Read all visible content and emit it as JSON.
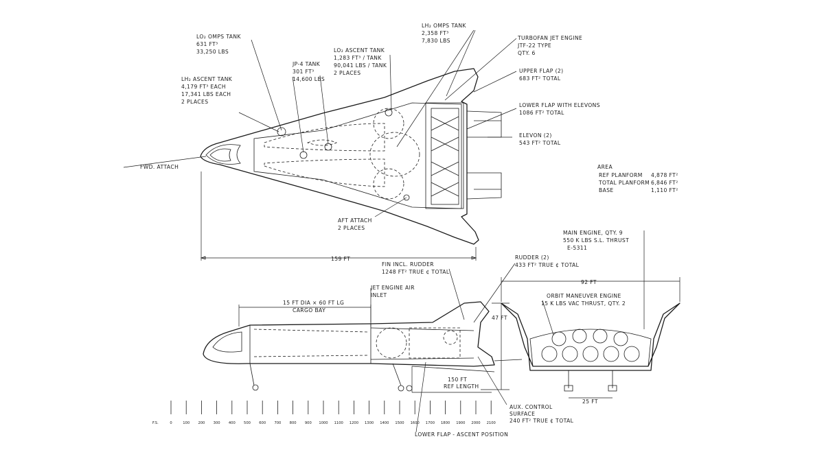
{
  "labels": {
    "lo2_omps_tank": [
      "LO₂ OMPS TANK",
      "631 FT³",
      "33,250 LBS"
    ],
    "lh2_omps_tank": [
      "LH₂ OMPS TANK",
      "2,358 FT³",
      "7,830 LBS"
    ],
    "turbofan": [
      "TURBOFAN JET ENGINE",
      "JTF-22 TYPE",
      "QTY. 6"
    ],
    "lo2_ascent_tank": [
      "LO₂ ASCENT TANK",
      "1,283 FT³ / TANK",
      "90,041 LBS / TANK",
      "2 PLACES"
    ],
    "jp4_tank": [
      "JP-4 TANK",
      "301 FT³",
      "14,600 LBS"
    ],
    "lh2_ascent_tank": [
      "LH₂ ASCENT TANK",
      "4,179 FT³ EACH",
      "17,341 LBS EACH",
      "2 PLACES"
    ],
    "upper_flap": [
      "UPPER FLAP (2)",
      "683 FT² TOTAL"
    ],
    "lower_flap": [
      "LOWER FLAP WITH ELEVONS",
      "1086 FT² TOTAL"
    ],
    "elevon": [
      "ELEVON (2)",
      "543 FT² TOTAL"
    ],
    "fwd_attach": "FWD. ATTACH",
    "aft_attach": [
      "AFT ATTACH",
      "2 PLACES"
    ],
    "length_dim": "159 FT",
    "fin": [
      "FIN INCL. RUDDER",
      "1248 FT² TRUE ¢ TOTAL"
    ],
    "rudder": [
      "RUDDER (2)",
      "433 FT² TRUE ¢ TOTAL"
    ],
    "jet_inlet": [
      "JET ENGINE AIR",
      "INLET"
    ],
    "cargo_bay": [
      "15 FT DIA × 60 FT LG",
      "CARGO BAY"
    ],
    "height_dim": "47 FT",
    "ref_length": [
      "150 FT",
      "REF LENGTH"
    ],
    "aux_control": [
      "AUX. CONTROL",
      "SURFACE",
      "240 FT² TRUE ¢ TOTAL"
    ],
    "lower_flap_ascent": "LOWER FLAP - ASCENT POSITION",
    "main_engine": [
      "MAIN ENGINE, QTY. 9",
      "550 K LBS S.L. THRUST",
      "E-5311"
    ],
    "width_dim": "92 FT",
    "orbit_engine": [
      "ORBIT MANEUVER ENGINE",
      "15 K LBS VAC THRUST, QTY. 2"
    ],
    "track_dim": "25 FT",
    "area_title": "AREA",
    "area_rows": [
      {
        "name": "REF PLANFORM",
        "value": "4,878 FT²"
      },
      {
        "name": "TOTAL PLANFORM",
        "value": "6,846 FT²"
      },
      {
        "name": "BASE",
        "value": "1,110 FT²"
      }
    ]
  },
  "station_scale": {
    "prefix": "F.S.",
    "ticks": [
      "0",
      "100",
      "200",
      "300",
      "400",
      "500",
      "600",
      "700",
      "800",
      "900",
      "1000",
      "1100",
      "1200",
      "1300",
      "1400",
      "1500",
      "1600",
      "1700",
      "1800",
      "1900",
      "2000",
      "2100"
    ]
  }
}
